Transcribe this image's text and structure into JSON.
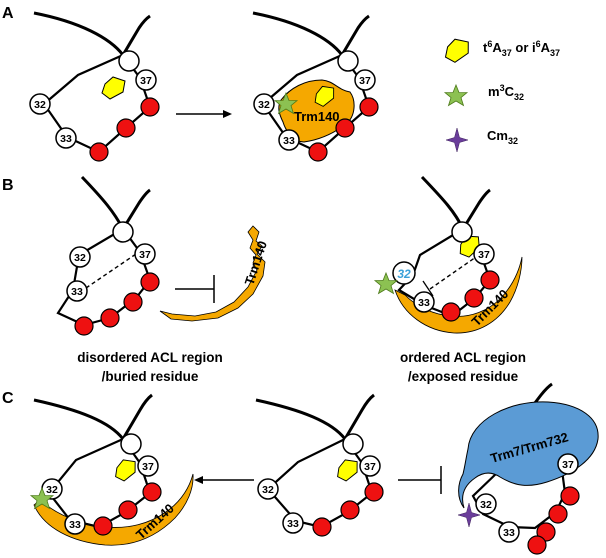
{
  "panels": {
    "a": "A",
    "b": "B",
    "c": "C"
  },
  "nucleotides": {
    "n32": "32",
    "n33": "33",
    "n37": "37"
  },
  "enzymes": {
    "trm140": "Trm140",
    "trm7": "Trm7/Trm732"
  },
  "legend": {
    "hexagon": {
      "label_base": "t",
      "label_sup": "6",
      "label_mid": "A",
      "label_sub": "37",
      "label_join": " or i",
      "label_sup2": "6",
      "label_mid2": "A",
      "label_sub2": "37",
      "color": "#ffff00"
    },
    "m3c": {
      "label_base": "m",
      "label_sup": "3",
      "label_mid": "C",
      "label_sub": "32",
      "color": "#8cc152"
    },
    "cm": {
      "label_base": "Cm",
      "label_sub": "32",
      "color": "#6a3d9a"
    }
  },
  "captions": {
    "left_line1": "disordered ACL region",
    "left_line2": "/buried residue",
    "right_line1": "ordered ACL region",
    "right_line2": "/exposed residue"
  },
  "colors": {
    "red_nucleotide": "#ee1111",
    "trm140": "#f5a800",
    "trm7": "#5b9bd5",
    "highlight_32": "#3aa0d8"
  }
}
